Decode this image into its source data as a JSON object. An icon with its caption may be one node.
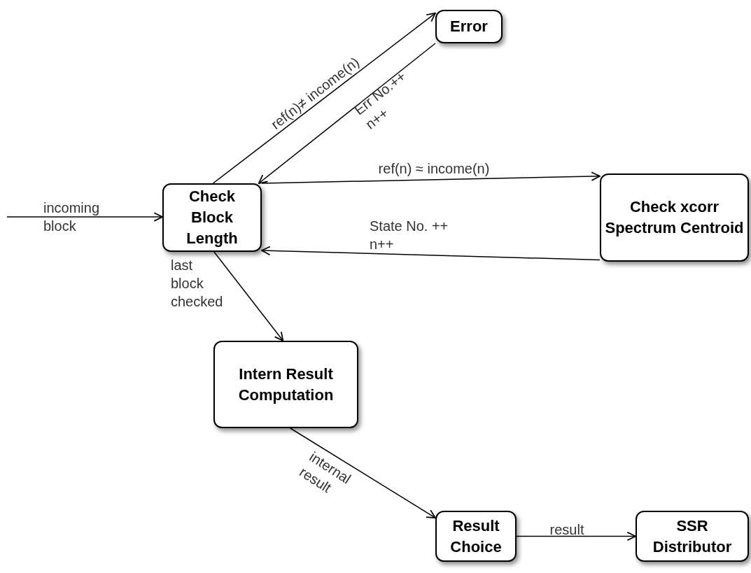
{
  "diagram": {
    "nodes": [
      {
        "text": [
          "Check Block Length"
        ]
      },
      {
        "text": [
          "Error"
        ]
      },
      {
        "text": [
          "Check xcorr Spectrum Centroid"
        ]
      },
      {
        "text": [
          "Intern Result Computation"
        ]
      },
      {
        "text": [
          "Result Choice"
        ]
      },
      {
        "text": [
          "SSR Distributor"
        ]
      }
    ],
    "edges": [
      {
        "from": null,
        "to": 0,
        "arrow": "to",
        "label": "incoming block"
      },
      {
        "from": 0,
        "to": 1,
        "arrow": "to",
        "label": "ref(n)≠ income(n)"
      },
      {
        "from": 1,
        "to": 0,
        "arrow": "to",
        "label": "Err No.++ n++"
      },
      {
        "from": 0,
        "to": 2,
        "arrow": "to",
        "label": "ref(n) ≈ income(n)"
      },
      {
        "from": 2,
        "to": 0,
        "arrow": "to",
        "label": "State No. ++ n++"
      },
      {
        "from": 0,
        "to": 3,
        "arrow": "to",
        "label": "last block checked"
      },
      {
        "from": 3,
        "to": 4,
        "arrow": "to",
        "label": "internal result"
      },
      {
        "from": 4,
        "to": 5,
        "arrow": "to",
        "label": "result"
      }
    ]
  }
}
